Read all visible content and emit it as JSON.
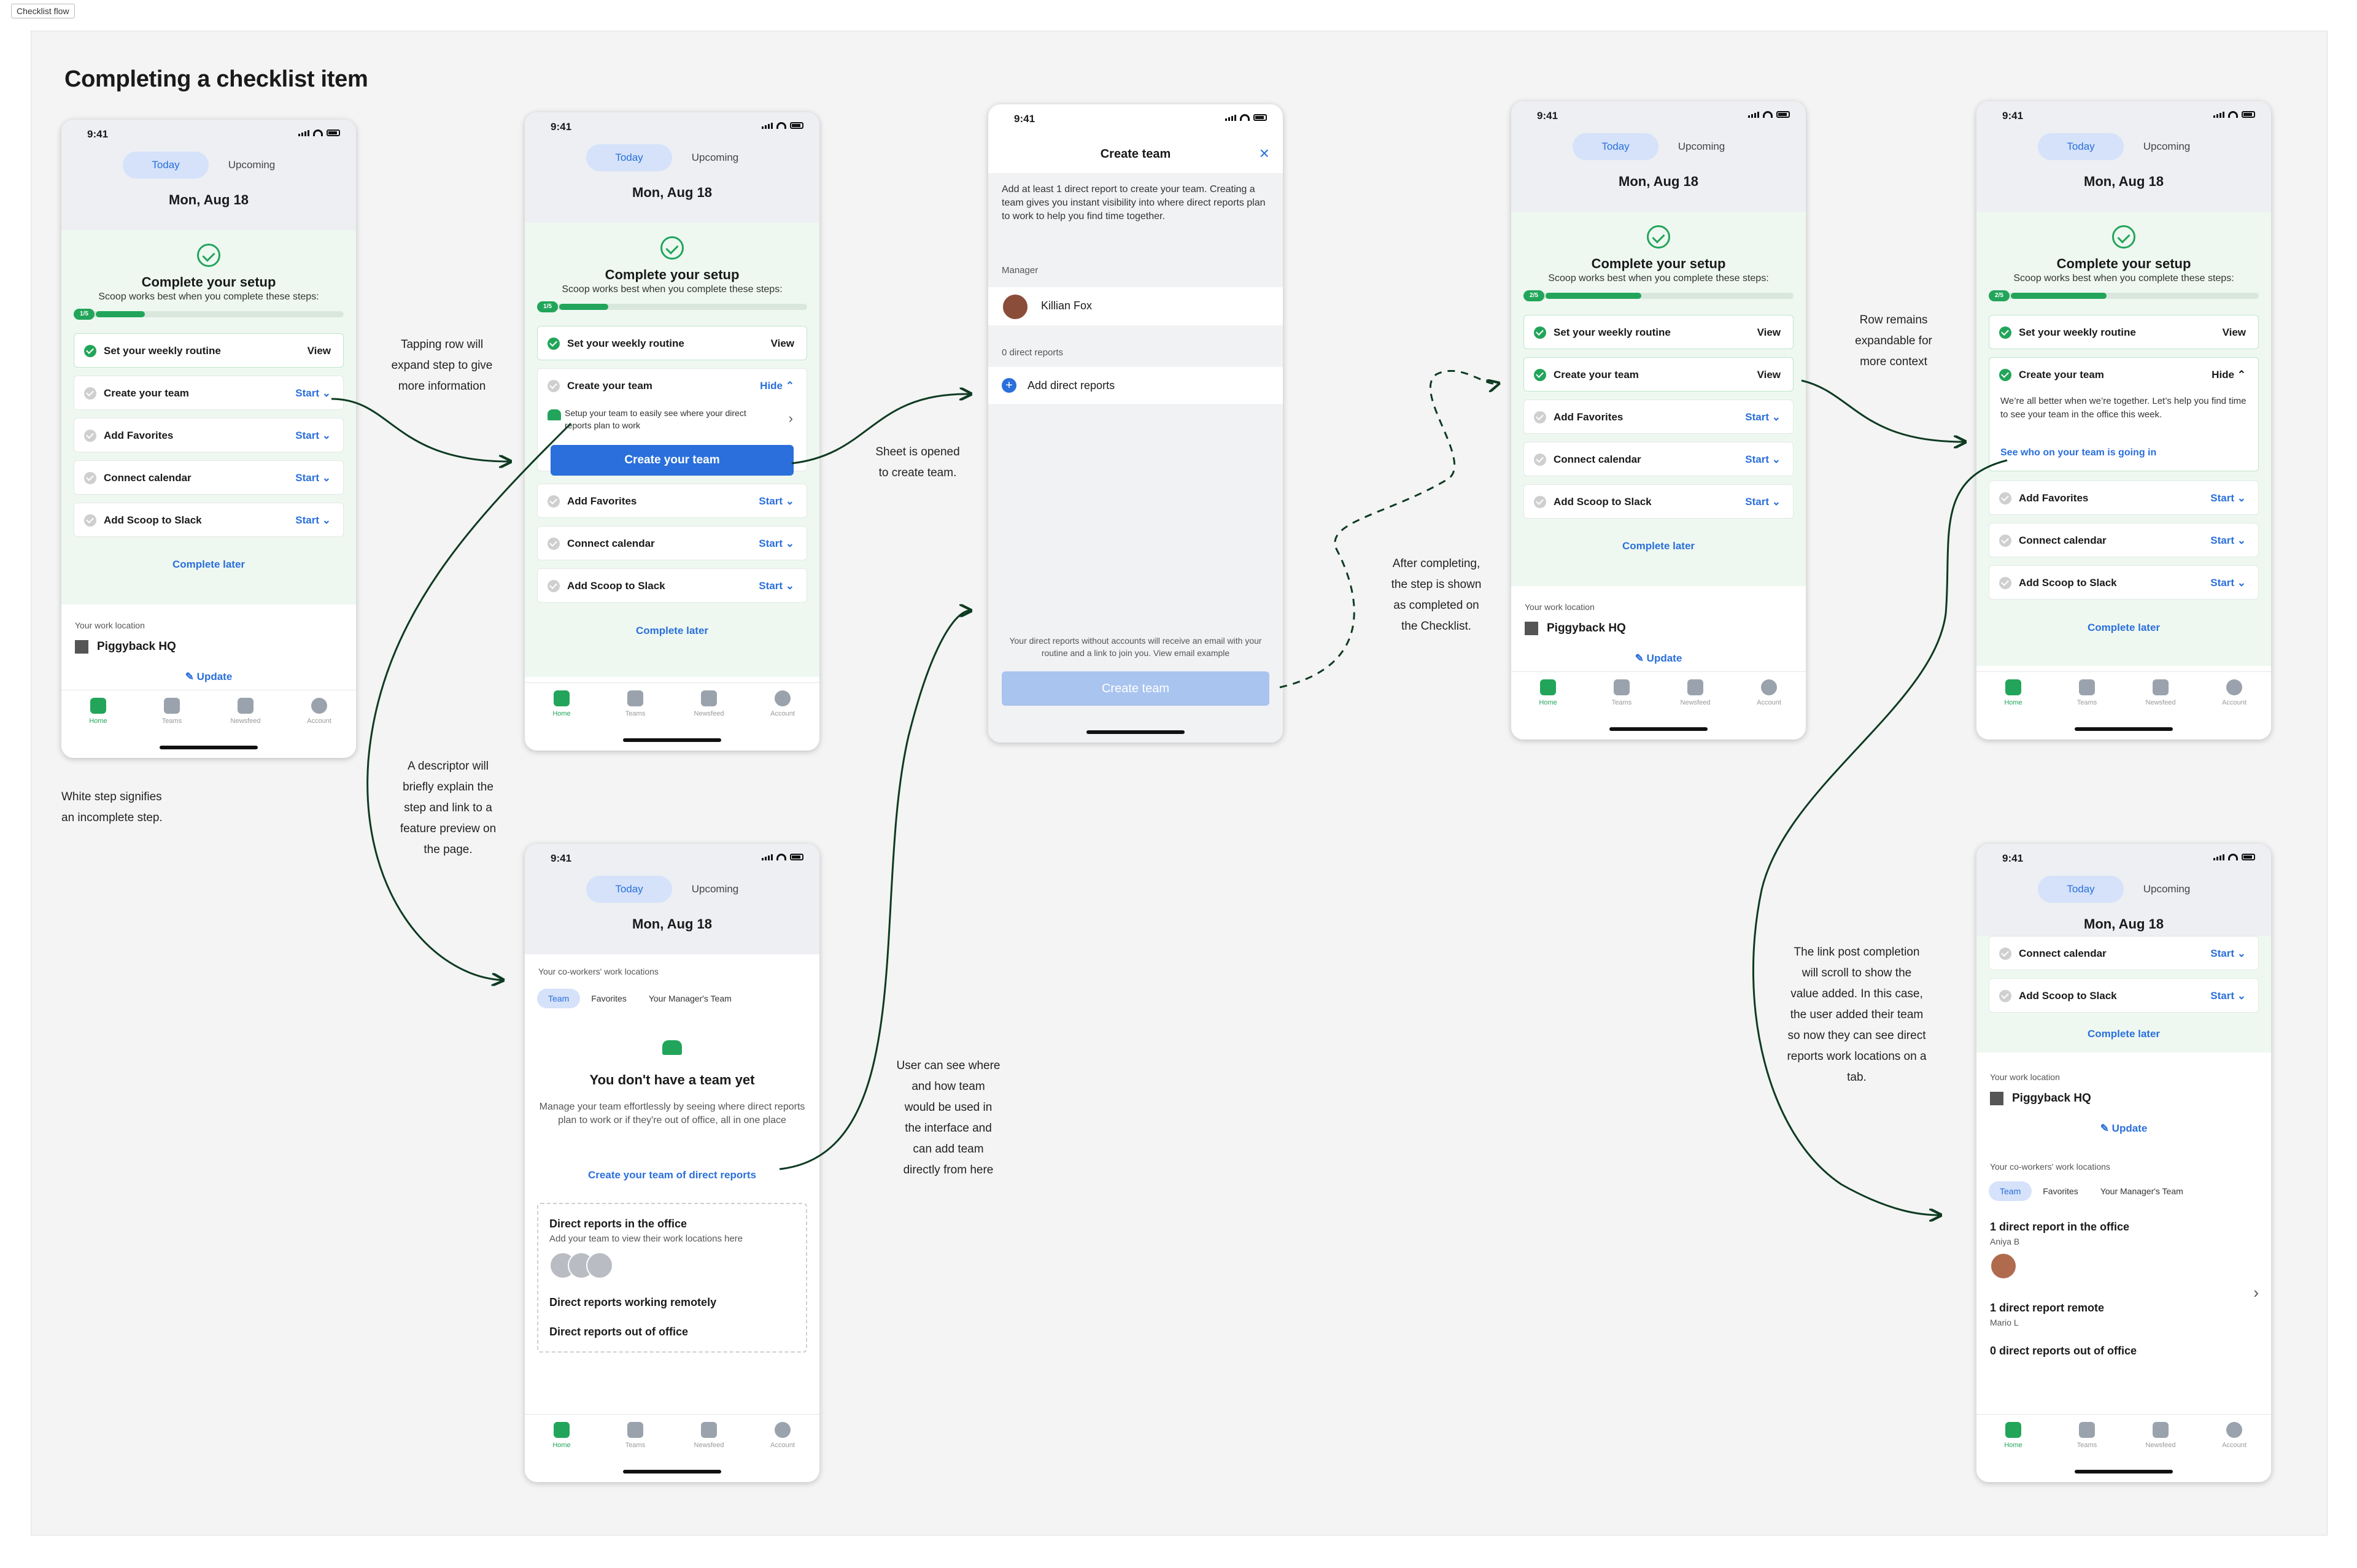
{
  "tag": "Checklist flow",
  "title": "Completing a checklist item",
  "status_time": "9:41",
  "seg": {
    "today": "Today",
    "upcoming": "Upcoming"
  },
  "date": "Mon, Aug 18",
  "setup": {
    "title": "Complete your setup",
    "sub": "Scoop works best when you complete these steps:",
    "prog1": "1/5",
    "prog2": "2/5",
    "later": "Complete later"
  },
  "steps": {
    "routine": "Set your weekly routine",
    "team": "Create your team",
    "fav": "Add Favorites",
    "cal": "Connect calendar",
    "slack": "Add Scoop to Slack"
  },
  "actions": {
    "view": "View",
    "start": "Start",
    "hide": "Hide"
  },
  "team_desc": "Setup your team to easily see where your direct reports plan to work",
  "team_btn": "Create your team",
  "team_desc2": "We’re all better when we’re together. Let’s help you find time to see your team in the office this week.",
  "team_link": "See who on your team is going in",
  "location": {
    "cap": "Your work location",
    "name": "Piggyback HQ",
    "update": "Update"
  },
  "nav": {
    "home": "Home",
    "teams": "Teams",
    "news": "Newsfeed",
    "account": "Account"
  },
  "sheet": {
    "title": "Create team",
    "desc": "Add at least 1 direct report to create your team. Creating a team gives you instant visibility into where direct reports plan to work to help you find time together.",
    "manager_cap": "Manager",
    "manager": "Killian Fox",
    "reports_cap": "0 direct reports",
    "add": "Add direct reports",
    "foot": "Your direct reports without accounts will receive an email with your routine and a link to join you. View email example",
    "btn": "Create team"
  },
  "teams_page": {
    "cap": "Your co-workers' work locations",
    "tab_team": "Team",
    "tab_fav": "Favorites",
    "tab_mgr": "Your Manager's Team",
    "empty_title": "You don't have a team yet",
    "empty_desc": "Manage your team effortlessly by seeing where direct reports plan to work or if they're out of office, all in one place",
    "empty_link": "Create your team of direct reports",
    "box_office": "Direct reports in the office",
    "box_office_sub": "Add your team to view their work locations here",
    "box_remote": "Direct reports working remotely",
    "box_out": "Direct reports out of office"
  },
  "final": {
    "office": "1 direct report in the office",
    "office_name": "Aniya B",
    "remote": "1 direct report remote",
    "remote_name": "Mario L",
    "out": "0 direct reports out of office"
  },
  "notes": {
    "white": "White step signifies\nan incomplete step.",
    "tap": "Tapping row will\nexpand step to give\nmore information",
    "desc": "A descriptor will\nbriefly explain the\nstep and link to a\nfeature preview on\nthe page.",
    "sheet": "Sheet is opened\nto create team.",
    "user": "User can see where\nand how team\nwould be used  in\nthe interface and\ncan add team\ndirectly from here",
    "after": "After completing,\nthe step is shown\nas completed on\nthe Checklist.",
    "row": "Row remains\nexpandable for\nmore context",
    "link": "The link post completion\nwill scroll to show the\nvalue added. In this case,\nthe user added their team\nso now they can see direct\nreports work locations on a\ntab."
  },
  "colors": {
    "green": "#22a55a",
    "blue": "#2a6fdb",
    "connector": "#0e3b22"
  }
}
